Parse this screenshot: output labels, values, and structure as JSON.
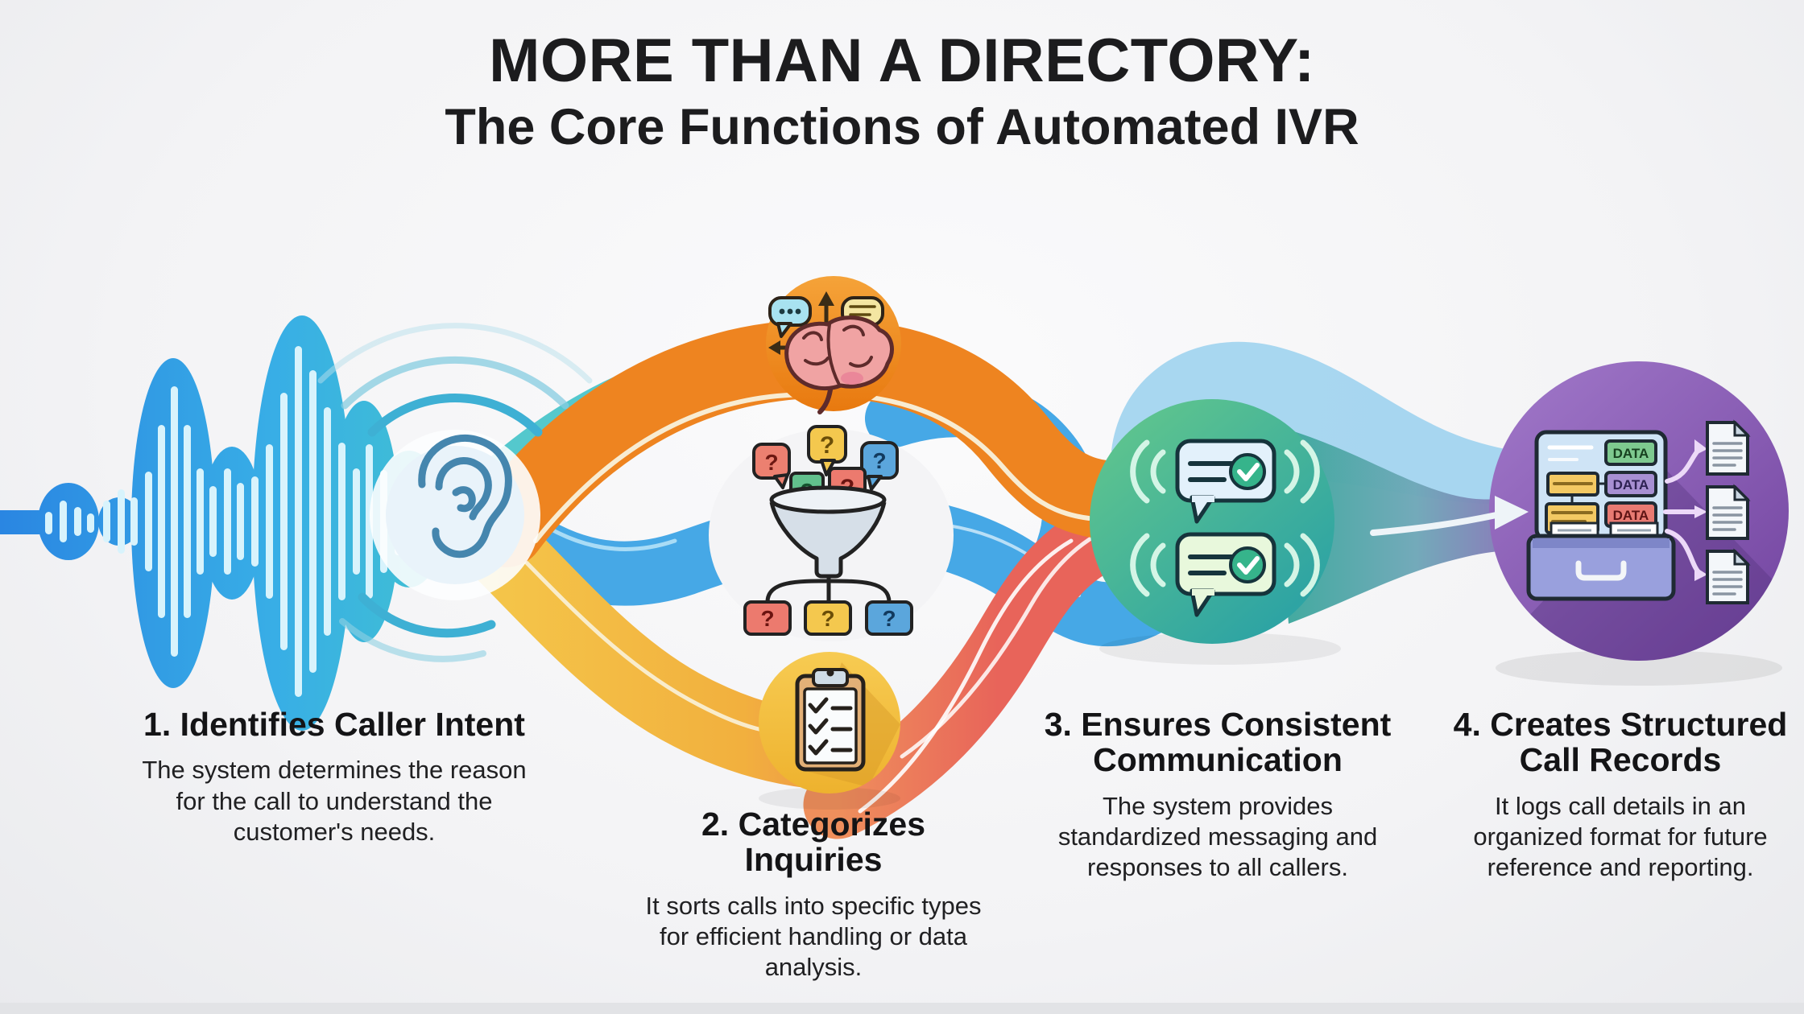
{
  "title": {
    "line1": "MORE THAN A DIRECTORY:",
    "line2": "The Core Functions of Automated IVR"
  },
  "steps": [
    {
      "heading": "1. Identifies Caller Intent",
      "description": "The system determines the reason for the call to understand the customer's needs."
    },
    {
      "heading": "2. Categorizes Inquiries",
      "description": "It sorts calls into specific types for efficient handling or data analysis."
    },
    {
      "heading": "3. Ensures Consistent Communication",
      "description": "The system provides standardized messaging and responses to all callers."
    },
    {
      "heading": "4. Creates Structured Call Records",
      "description": "It logs call details in an organized format for future reference and reporting."
    }
  ],
  "icon_labels": {
    "data_tag": "DATA",
    "question_mark": "?"
  },
  "icons": [
    "sound-wave-icon",
    "ear-icon",
    "brain-intent-icon",
    "funnel-sort-icon",
    "clipboard-checklist-icon",
    "chat-bubbles-check-icon",
    "file-cabinet-data-icon",
    "document-icon",
    "flow-arrow-icon"
  ],
  "colors": {
    "background": "#f5f5f7",
    "wave_blue": "#2a86e2",
    "wave_teal": "#43c6cc",
    "ribbon_orange": "#ee8420",
    "ribbon_yellow": "#f3c14b",
    "ribbon_coral": "#e8645a",
    "ribbon_blue": "#46a8e6",
    "teal_circle": "#2aa3a3",
    "green_circle": "#5ec48e",
    "purple_circle": "#7547a2",
    "text": "#1c1c1e"
  }
}
